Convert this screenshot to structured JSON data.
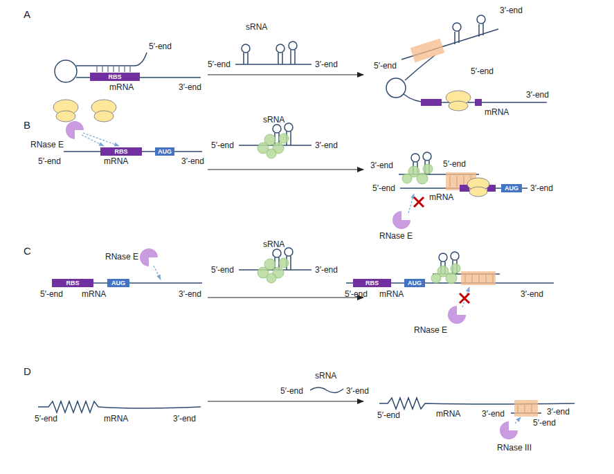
{
  "diagram": {
    "nodes": [
      {
        "text": [
          "RBS"
        ]
      },
      {
        "text": [
          "RBS"
        ]
      },
      {
        "text": [
          "AUG"
        ]
      },
      {
        "text": [
          "AUG"
        ]
      },
      {
        "text": [
          "RBS"
        ]
      },
      {
        "text": [
          "AUG"
        ]
      },
      {
        "text": [
          "RBS"
        ]
      },
      {
        "text": [
          "AUG"
        ]
      }
    ],
    "labels": [
      "A",
      "5′-end",
      "mRNA",
      "3′-end",
      "sRNA",
      "5′-end",
      "3′-end",
      "3′-end",
      "5′-end",
      "5′-end",
      "mRNA",
      "3′-end",
      "B",
      "RNase E",
      "5′-end",
      "mRNA",
      "3′-end",
      "sRNA",
      "5′-end",
      "3′-end",
      "3′-end",
      "5′-end",
      "5′-end",
      "mRNA",
      "3′-end",
      "RNase E",
      "C",
      "RNase E",
      "5′-end",
      "mRNA",
      "3′-end",
      "sRNA",
      "5′-end",
      "3′-end",
      "5′-end",
      "mRNA",
      "3′-end",
      "RNase E",
      "D",
      "5′-end",
      "mRNA",
      "3′-end",
      "sRNA",
      "5′-end",
      "3′-end",
      "5′-end",
      "mRNA",
      "3′-end",
      "3′-end",
      "5′-end",
      "RNase III"
    ]
  }
}
